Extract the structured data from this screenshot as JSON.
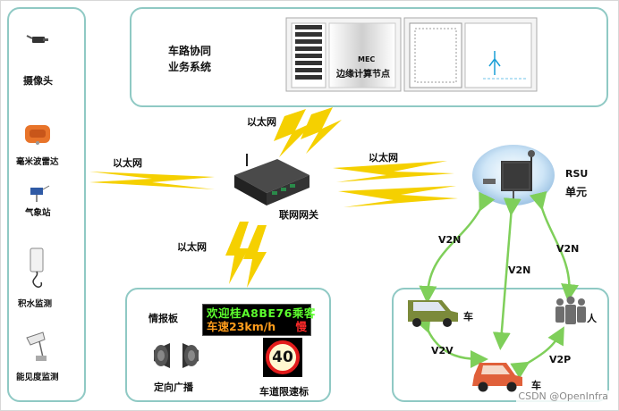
{
  "sensors": {
    "camera": "摄像头",
    "radar": "毫米波雷达",
    "weather": "气象站",
    "water": "积水监测",
    "visibility": "能见度监测"
  },
  "top": {
    "business_line1": "车路协同",
    "business_line2": "业务系统",
    "mec_title": "MEC",
    "mec_label": "边缘计算节点"
  },
  "links": {
    "ethernet_top": "以太网",
    "ethernet_left": "以太网",
    "ethernet_right": "以太网",
    "ethernet_bottom": "以太网",
    "v2n_left": "V2N",
    "v2n_mid": "V2N",
    "v2n_right": "V2N",
    "v2v": "V2V",
    "v2p": "V2P"
  },
  "gateway": {
    "label": "联网网关"
  },
  "rsu": {
    "line1": "RSU",
    "line2": "单元"
  },
  "roadside": {
    "info_board_label": "情报板",
    "sign_line1": "欢迎桂A8BE76乘客",
    "sign_line2": "车速23km/h",
    "sign_warning": "慢",
    "broadcast_label": "定向广播",
    "speed_value": "40",
    "speed_sign_label": "车道限速标"
  },
  "v2x": {
    "car_top": "车",
    "car_bottom": "车",
    "person": "人"
  },
  "watermark": "CSDN @OpenInfra",
  "colors": {
    "panel_border": "#8fc9c4",
    "lightning": "#f5d000",
    "arrow": "#7fcf5a",
    "car_green": "#7b8a3a",
    "car_red": "#e0603a"
  }
}
